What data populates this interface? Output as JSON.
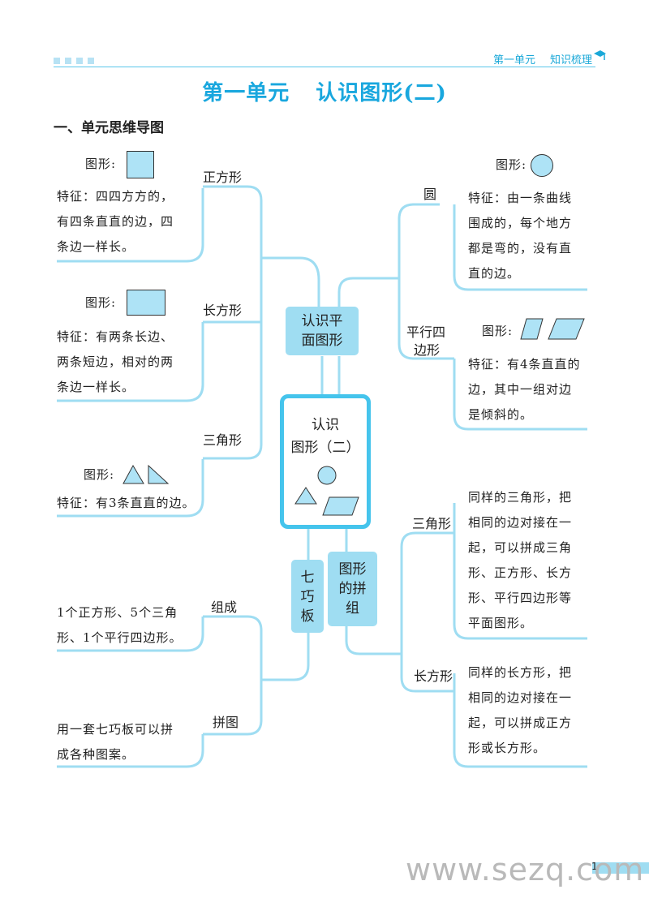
{
  "header": {
    "unit": "第一单元",
    "section": "知识梳理"
  },
  "title": {
    "unit": "第一单元",
    "topic": "认识图形(二)"
  },
  "section_heading": "一、单元思维导图",
  "center": {
    "line1": "认识",
    "line2": "图形（二）"
  },
  "branches": {
    "plane": {
      "line1": "认识平",
      "line2": "面图形"
    },
    "tangram": {
      "line1": "七",
      "line2": "巧",
      "line3": "板"
    },
    "combine": {
      "line1": "图形",
      "line2": "的拼",
      "line3": "组"
    }
  },
  "square": {
    "label": "正方形",
    "figure_label": "图形:",
    "feature": [
      "特征：四四方方的，",
      "有四条直直的边，四",
      "条边一样长。"
    ]
  },
  "rectangle": {
    "label": "长方形",
    "figure_label": "图形:",
    "feature": [
      "特征：有两条长边、",
      "两条短边，相对的两",
      "条边一样长。"
    ]
  },
  "triangle": {
    "label": "三角形",
    "figure_label": "图形:",
    "feature": "特征：有3条直直的边。"
  },
  "circle": {
    "label": "圆",
    "figure_label": "图形:",
    "feature": [
      "特征：由一条曲线",
      "围成的，每个地方",
      "都是弯的，没有直",
      "直的边。"
    ]
  },
  "parallelogram": {
    "label_line1": "平行四",
    "label_line2": "边形",
    "figure_label": "图形:",
    "feature": [
      "特征：有4条直直的",
      "边，其中一组对边",
      "是倾斜的。"
    ]
  },
  "combine_triangle": {
    "label": "三角形",
    "text": [
      "同样的三角形，把",
      "相同的边对接在一",
      "起，可以拼成三角",
      "形、正方形、长方",
      "形、平行四边形等",
      "平面图形。"
    ]
  },
  "combine_rectangle": {
    "label": "长方形",
    "text": [
      "同样的长方形，把",
      "相同的边对接在一",
      "起，可以拼成正方",
      "形或长方形。"
    ]
  },
  "composition": {
    "label": "组成",
    "text": [
      "1个正方形、5个三角",
      "形、1个平行四边形。"
    ]
  },
  "puzzle": {
    "label": "拼图",
    "text": [
      "用一套七巧板可以拼",
      "成各种图案。"
    ]
  },
  "page_number": "1",
  "watermark": "www.sezq.com",
  "colors": {
    "accent": "#19a7de",
    "line": "#9fddf2",
    "box": "#9fddf2",
    "shape_fill": "#aee3f6"
  }
}
